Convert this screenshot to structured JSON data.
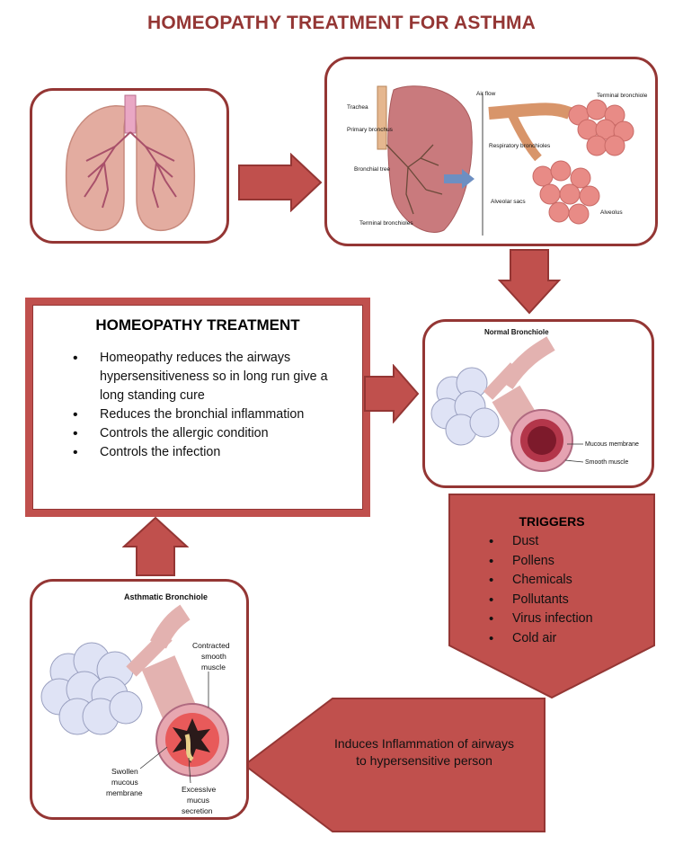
{
  "title": "HOMEOPATHY TREATMENT FOR ASTHMA",
  "colors": {
    "accent": "#943634",
    "fill": "#c0504d",
    "lung": "#d79a8a",
    "tissue": "#e9b7b3"
  },
  "lungs_detail": {
    "labels": {
      "trachea": "Trachea",
      "primary_bronchus": "Primary bronchus",
      "bronchial_tree": "Bronchial tree",
      "terminal_bronchioles": "Terminal bronchioles",
      "air_flow": "Air flow",
      "terminal_bronchiole": "Terminal bronchiole",
      "respiratory_bronchioles": "Respiratory bronchioles",
      "alveolar_sacs": "Alveolar sacs",
      "alveolus": "Alveolus"
    }
  },
  "normal_bronchiole": {
    "title": "Normal Bronchiole",
    "mucous": "Mucous membrane",
    "smooth": "Smooth muscle"
  },
  "asthmatic_bronchiole": {
    "title": "Asthmatic Bronchiole",
    "contracted": [
      "Contracted",
      "smooth",
      "muscle"
    ],
    "swollen": [
      "Swollen",
      "mucous",
      "membrane"
    ],
    "excessive": [
      "Excessive",
      "mucus",
      "secretion"
    ]
  },
  "treatment": {
    "title": "HOMEOPATHY TREATMENT",
    "items": [
      "Homeopathy reduces the airways hypersensitiveness so in long run give a long standing cure",
      " Reduces the bronchial inflammation",
      "Controls the allergic condition",
      "Controls the infection"
    ]
  },
  "triggers": {
    "title": "TRIGGERS",
    "items": [
      "Dust",
      "Pollens",
      "Chemicals",
      "Pollutants",
      "Virus infection",
      "Cold air"
    ]
  },
  "induces": "Induces Inflammation of airways to hypersensitive person"
}
